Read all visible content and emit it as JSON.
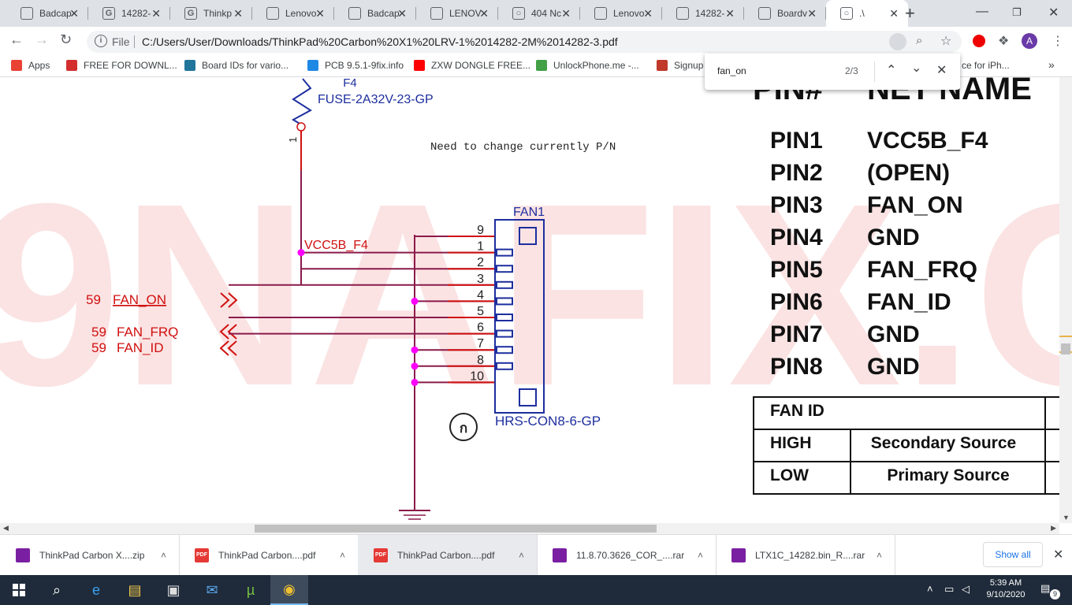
{
  "tabs": [
    {
      "title": "Badcap",
      "icon": "badcaps-icon"
    },
    {
      "title": "14282-",
      "icon": "google-icon"
    },
    {
      "title": "Thinkp",
      "icon": "google-icon"
    },
    {
      "title": "Lenovo",
      "icon": "lenovo-forum-icon"
    },
    {
      "title": "Badcap",
      "icon": "badcaps-icon"
    },
    {
      "title": "LENOV",
      "icon": "spy-icon"
    },
    {
      "title": "404 Nc",
      "icon": "globe-icon"
    },
    {
      "title": "Lenovo",
      "icon": "badcaps-icon"
    },
    {
      "title": "14282-",
      "icon": "laptop-icon"
    },
    {
      "title": "Boardv",
      "icon": "badcaps-icon"
    },
    {
      "title": ".\\",
      "icon": "globe-icon",
      "active": true
    }
  ],
  "toolbar": {
    "protocol": "File",
    "url": "C:/Users/User/Downloads/ThinkPad%20Carbon%20X1%20LRV-1%2014282-2M%2014282-3.pdf",
    "profile_initial": "A"
  },
  "bookmarks": [
    {
      "label": "Apps",
      "icon": "apps-grid-icon",
      "color": "#e94235"
    },
    {
      "label": "FREE FOR DOWNL...",
      "icon": "ls-icon",
      "color": "#d32f2f"
    },
    {
      "label": "Board IDs for vario...",
      "icon": "wordpress-icon",
      "color": "#21759b"
    },
    {
      "label": "PCB 9.5.1-9fix.info",
      "icon": "pcb-icon",
      "color": "#1e88e5"
    },
    {
      "label": "ZXW DONGLE FREE...",
      "icon": "youtube-icon",
      "color": "#ff0000"
    },
    {
      "label": "UnlockPhone.me -...",
      "icon": "phone-icon",
      "color": "#43a047"
    },
    {
      "label": "Signup",
      "icon": "lock-icon",
      "color": "#c0392b"
    }
  ],
  "bookmarks_overflow": "ce for iPh...",
  "find": {
    "query": "fan_on",
    "count": "2/3"
  },
  "schematic": {
    "fuse_ref": "F4",
    "fuse_part": "FUSE-2A32V-23-GP",
    "fuse_pin": "1",
    "note": "Need to change currently P/N",
    "connector_ref": "FAN1",
    "connector_part": "HRS-CON8-6-GP",
    "net_vcc": "VCC5B_F4",
    "signals": [
      {
        "page": "59",
        "name": "FAN_ON"
      },
      {
        "page": "59",
        "name": "FAN_FRQ"
      },
      {
        "page": "59",
        "name": "FAN_ID"
      }
    ],
    "pins": [
      "9",
      "1",
      "2",
      "3",
      "4",
      "5",
      "6",
      "7",
      "8",
      "10"
    ],
    "watermark": "9NAFIX.C",
    "table_header_pin": "PIN#",
    "table_header_net": "NET NAME",
    "pin_table": [
      {
        "pin": "PIN1",
        "net": "VCC5B_F4"
      },
      {
        "pin": "PIN2",
        "net": "(OPEN)"
      },
      {
        "pin": "PIN3",
        "net": "FAN_ON"
      },
      {
        "pin": "PIN4",
        "net": "GND"
      },
      {
        "pin": "PIN5",
        "net": "FAN_FRQ"
      },
      {
        "pin": "PIN6",
        "net": "FAN_ID"
      },
      {
        "pin": "PIN7",
        "net": "GND"
      },
      {
        "pin": "PIN8",
        "net": "GND"
      }
    ],
    "fan_id_table": {
      "header": "FAN ID",
      "rows": [
        {
          "level": "HIGH",
          "source": "Secondary Source"
        },
        {
          "level": "LOW",
          "source": "Primary Source"
        }
      ]
    }
  },
  "downloads": [
    {
      "name": "ThinkPad Carbon X....zip",
      "type": "ZIP"
    },
    {
      "name": "ThinkPad Carbon....pdf",
      "type": "PDF"
    },
    {
      "name": "ThinkPad Carbon....pdf",
      "type": "PDF",
      "highlighted": true
    },
    {
      "name": "11.8.70.3626_COR_....rar",
      "type": "ZIP"
    },
    {
      "name": "LTX1C_14282.bin_R....rar",
      "type": "ZIP"
    }
  ],
  "show_all_label": "Show all",
  "taskbar": {
    "time": "5:39 AM",
    "date": "9/10/2020",
    "notification_count": "9",
    "apps": [
      "edge-icon",
      "file-explorer-icon",
      "store-icon",
      "mail-icon",
      "utorrent-icon",
      "chrome-icon"
    ]
  }
}
